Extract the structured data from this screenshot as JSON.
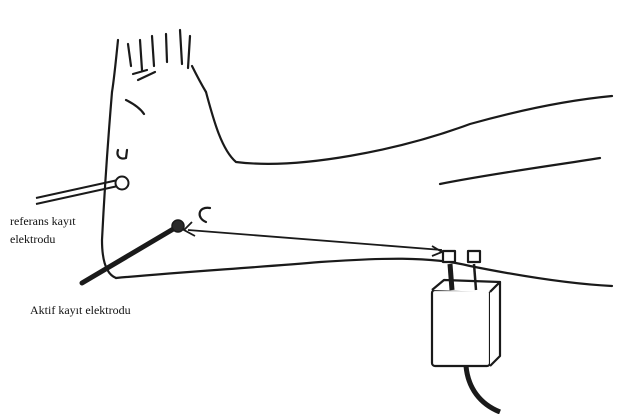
{
  "labels": {
    "reference_line1": "referans kayıt",
    "reference_line2": "elektrodu",
    "active": "Aktif kayıt elektrodu"
  }
}
